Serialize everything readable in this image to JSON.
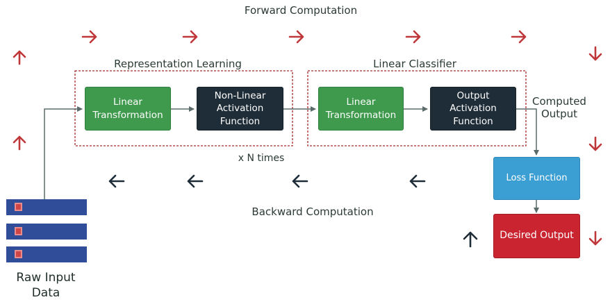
{
  "titles": {
    "forward": "Forward Computation",
    "backward": "Backward Computation",
    "repeat": "x N times"
  },
  "groups": {
    "representation": "Representation Learning",
    "classifier": "Linear Classifier"
  },
  "boxes": {
    "linear_1": [
      "Linear",
      "Transformation"
    ],
    "nonlinear": [
      "Non-Linear",
      "Activation",
      "Function"
    ],
    "linear_2": [
      "Linear",
      "Transformation"
    ],
    "output_activation": [
      "Output",
      "Activation",
      "Function"
    ],
    "loss": "Loss Function",
    "desired": "Desired Output"
  },
  "labels": {
    "computed": [
      "Computed",
      "Output"
    ],
    "raw_input": [
      "Raw Input",
      "Data"
    ]
  },
  "colors": {
    "forward_arrow": "#c0373a",
    "backward_arrow": "#1f2d38",
    "dashed_border": "#a52a2a",
    "connector": "#5a6b6a"
  },
  "icons": {
    "forward": "arrow-right-icon",
    "backward": "arrow-left-icon",
    "up": "arrow-up-icon",
    "down": "arrow-down-icon"
  }
}
